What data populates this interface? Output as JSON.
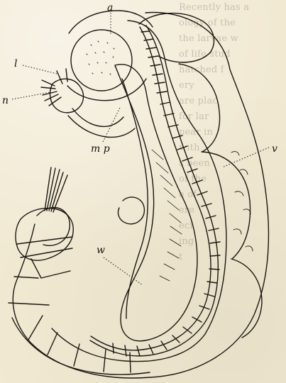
{
  "figure": {
    "labels": {
      "a": "a",
      "l": "l",
      "n": "n",
      "mp": "m p",
      "v": "v",
      "w": "w"
    }
  },
  "background_text": {
    "lines": [
      "Recently has a",
      "ology of the",
      "the larvae w",
      "of life stud",
      "hatched f",
      "ery",
      "",
      "are plac",
      "for lar",
      "pear in",
      "with",
      "s been",
      "of the",
      "e of",
      "",
      "ere",
      "eci",
      "ing",
      "t"
    ]
  },
  "colors": {
    "paper": "#f1e9d2",
    "ink": "#1b1712"
  }
}
